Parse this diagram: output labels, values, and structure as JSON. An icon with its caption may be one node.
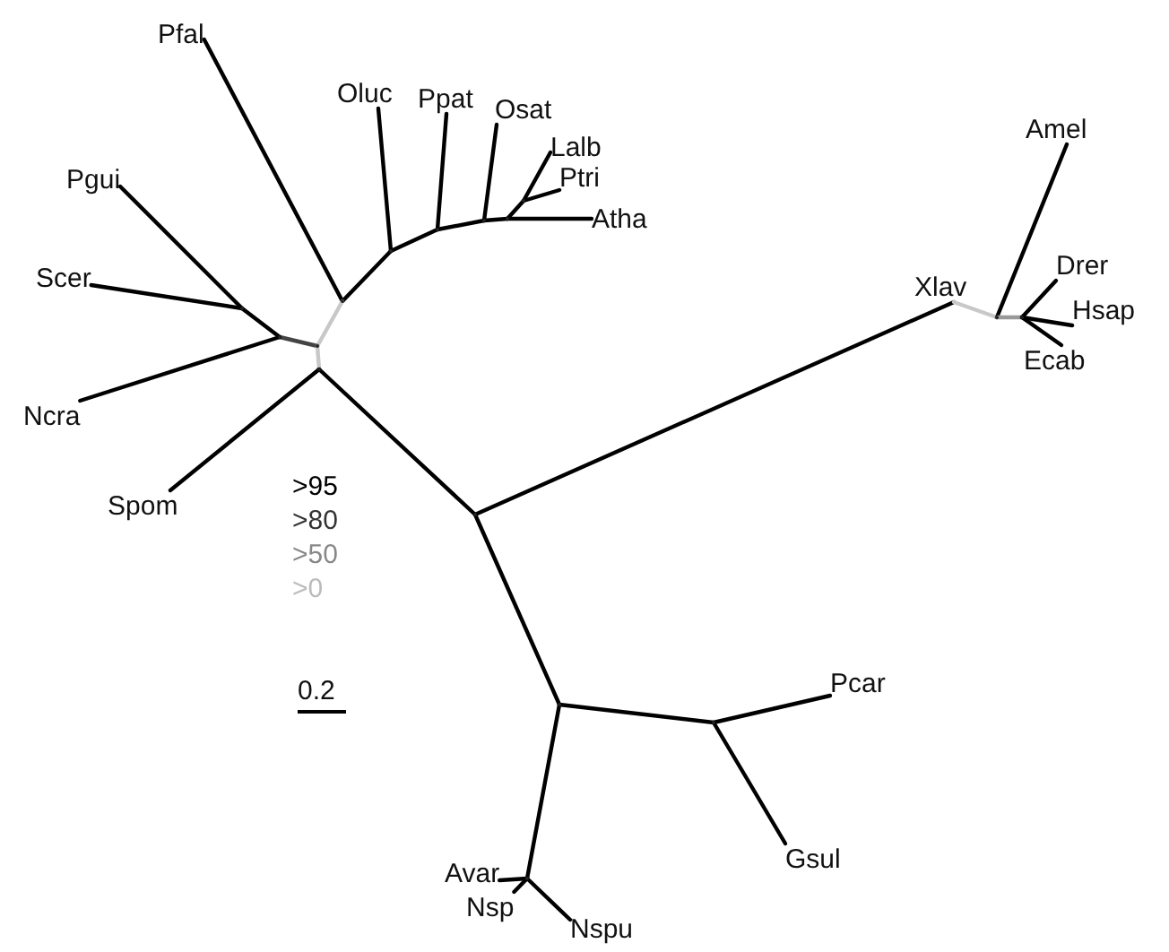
{
  "diagram": {
    "nodes": [
      {
        "text": [
          "Pfal"
        ]
      },
      {
        "text": [
          "Oluc"
        ]
      },
      {
        "text": [
          "Ppat"
        ]
      },
      {
        "text": [
          "Osat"
        ]
      },
      {
        "text": [
          "Amel"
        ]
      },
      {
        "text": [
          "Lalb"
        ]
      },
      {
        "text": [
          "Pgui"
        ]
      },
      {
        "text": [
          "Ptri"
        ]
      },
      {
        "text": [
          "Atha"
        ]
      },
      {
        "text": [
          "Drer"
        ]
      },
      {
        "text": [
          "Xlav"
        ]
      },
      {
        "text": [
          "Scer"
        ]
      },
      {
        "text": [
          "Hsap"
        ]
      },
      {
        "text": [
          "Ecab"
        ]
      },
      {
        "text": [
          "Ncra"
        ]
      },
      {
        "text": [
          "Spom"
        ]
      },
      {
        "text": [
          "Pcar"
        ]
      },
      {
        "text": [
          "Gsul"
        ]
      },
      {
        "text": [
          "Avar"
        ]
      },
      {
        "text": [
          "Nsp"
        ]
      },
      {
        "text": [
          "Nspu"
        ]
      },
      {
        "text": [],
        "shape": "point"
      },
      {
        "text": [],
        "shape": "point"
      },
      {
        "text": [],
        "shape": "point"
      },
      {
        "text": [],
        "shape": "point"
      },
      {
        "text": [],
        "shape": "point"
      },
      {
        "text": [],
        "shape": "point"
      },
      {
        "text": [],
        "shape": "point"
      },
      {
        "text": [],
        "shape": "point"
      },
      {
        "text": [],
        "shape": "point"
      },
      {
        "text": [],
        "shape": "point"
      },
      {
        "text": [],
        "shape": "point"
      },
      {
        "text": [],
        "shape": "point"
      },
      {
        "text": [],
        "shape": "point"
      },
      {
        "text": [],
        "shape": "point"
      },
      {
        "text": [],
        "shape": "point"
      },
      {
        "text": [],
        "shape": "point"
      }
    ],
    "edges": [
      {
        "from": 21,
        "to": 0,
        "arrow": "none"
      },
      {
        "from": 21,
        "to": 22,
        "arrow": "none"
      },
      {
        "from": 22,
        "to": 1,
        "arrow": "none"
      },
      {
        "from": 22,
        "to": 23,
        "arrow": "none"
      },
      {
        "from": 23,
        "to": 2,
        "arrow": "none"
      },
      {
        "from": 23,
        "to": 24,
        "arrow": "none"
      },
      {
        "from": 24,
        "to": 3,
        "arrow": "none"
      },
      {
        "from": 24,
        "to": 25,
        "arrow": "none"
      },
      {
        "from": 25,
        "to": 26,
        "arrow": "none"
      },
      {
        "from": 25,
        "to": 8,
        "arrow": "none"
      },
      {
        "from": 26,
        "to": 5,
        "arrow": "none"
      },
      {
        "from": 26,
        "to": 7,
        "arrow": "none"
      },
      {
        "from": 27,
        "to": 21,
        "arrow": "none",
        "color": "#c8c8c8"
      },
      {
        "from": 27,
        "to": 28,
        "arrow": "none",
        "color": "#444444"
      },
      {
        "from": 28,
        "to": 14,
        "arrow": "none"
      },
      {
        "from": 28,
        "to": 29,
        "arrow": "none"
      },
      {
        "from": 29,
        "to": 6,
        "arrow": "none"
      },
      {
        "from": 29,
        "to": 11,
        "arrow": "none"
      },
      {
        "from": 30,
        "to": 27,
        "arrow": "none",
        "color": "#c8c8c8"
      },
      {
        "from": 30,
        "to": 15,
        "arrow": "none"
      },
      {
        "from": 30,
        "to": 31,
        "arrow": "none"
      },
      {
        "from": 31,
        "to": 10,
        "arrow": "none"
      },
      {
        "from": 10,
        "to": 32,
        "arrow": "none",
        "color": "#c8c8c8"
      },
      {
        "from": 32,
        "to": 4,
        "arrow": "none"
      },
      {
        "from": 32,
        "to": 33,
        "arrow": "none",
        "color": "#999999"
      },
      {
        "from": 33,
        "to": 9,
        "arrow": "none"
      },
      {
        "from": 33,
        "to": 12,
        "arrow": "none"
      },
      {
        "from": 33,
        "to": 13,
        "arrow": "none"
      },
      {
        "from": 31,
        "to": 34,
        "arrow": "none"
      },
      {
        "from": 34,
        "to": 35,
        "arrow": "none"
      },
      {
        "from": 35,
        "to": 16,
        "arrow": "none"
      },
      {
        "from": 35,
        "to": 17,
        "arrow": "none"
      },
      {
        "from": 34,
        "to": 36,
        "arrow": "none"
      },
      {
        "from": 36,
        "to": 18,
        "arrow": "none"
      },
      {
        "from": 36,
        "to": 19,
        "arrow": "none"
      },
      {
        "from": 36,
        "to": 20,
        "arrow": "none"
      }
    ],
    "labels": [
      "0.2"
    ],
    "legend": [
      {
        "text": ">95",
        "color": "#000000"
      },
      {
        "text": ">80",
        "color": "#333333"
      },
      {
        "text": ">50",
        "color": "#888888"
      },
      {
        "text": ">0",
        "color": "#bbbbbb"
      }
    ]
  }
}
